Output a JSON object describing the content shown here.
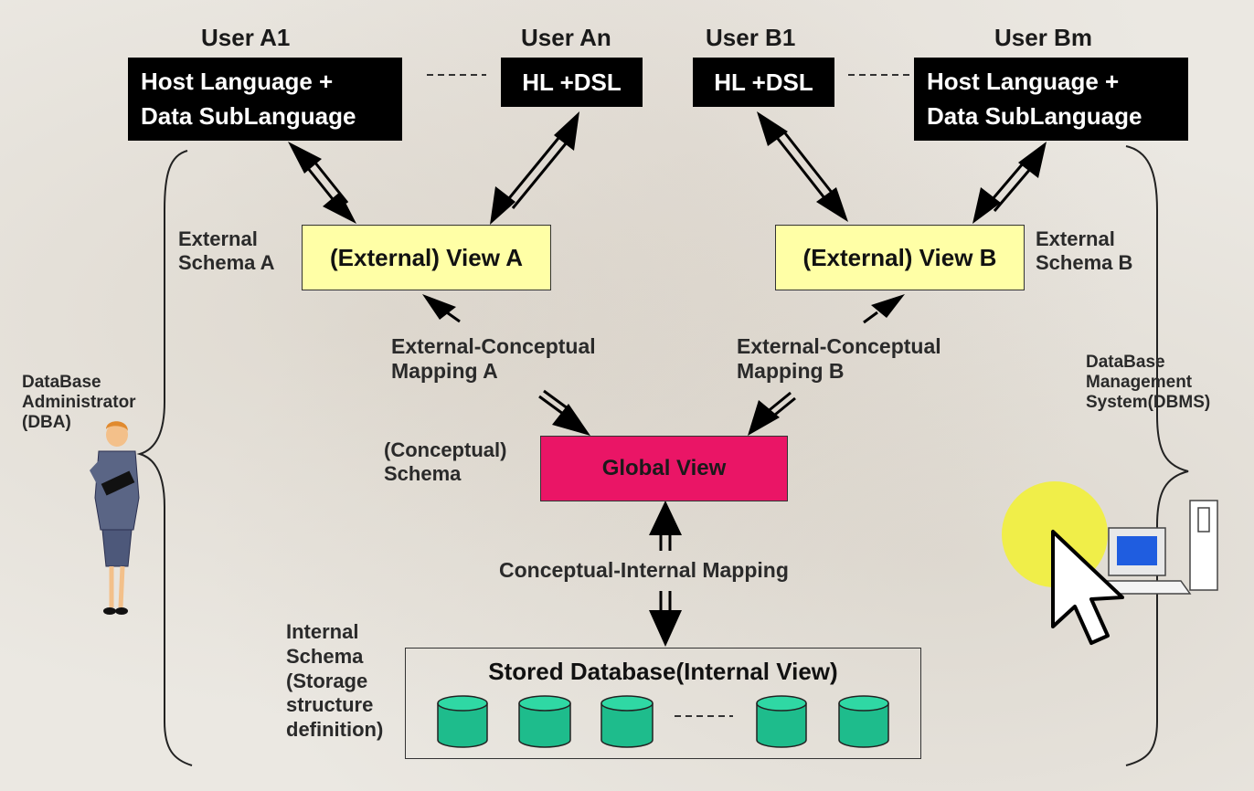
{
  "users": {
    "a1": "User A1",
    "an": "User An",
    "b1": "User B1",
    "bm": "User Bm"
  },
  "apps": {
    "a1": "Host Language +\nData SubLanguage",
    "an": "HL +DSL",
    "b1": "HL +DSL",
    "bm": "Host Language +\nData SubLanguage"
  },
  "dashes": "-----",
  "views": {
    "a": "(External) View  A",
    "b": "(External) View  B"
  },
  "schemas": {
    "external_a": "External\nSchema  A",
    "external_b": "External\nSchema  B",
    "conceptual": "(Conceptual)\nSchema",
    "internal": "Internal\nSchema\n(Storage\nstructure\ndefinition)"
  },
  "mappings": {
    "ec_a": "External-Conceptual\nMapping A",
    "ec_b": "External-Conceptual\nMapping B",
    "ci": "Conceptual-Internal Mapping"
  },
  "global_view": "Global View",
  "stored_db": "Stored Database(Internal View)",
  "dba": "DataBase\nAdministrator\n(DBA)",
  "dbms": "DataBase\nManagement\nSystem(DBMS)",
  "colors": {
    "app_box": "#000000",
    "view_box": "#ffffa6",
    "global_box": "#ea1566",
    "cylinder": "#1ebc8c",
    "cursor_highlight": "#f2ef3a"
  },
  "icons": [
    "dba-person-icon",
    "computer-icon",
    "cursor-icon",
    "database-cylinder-icon"
  ]
}
